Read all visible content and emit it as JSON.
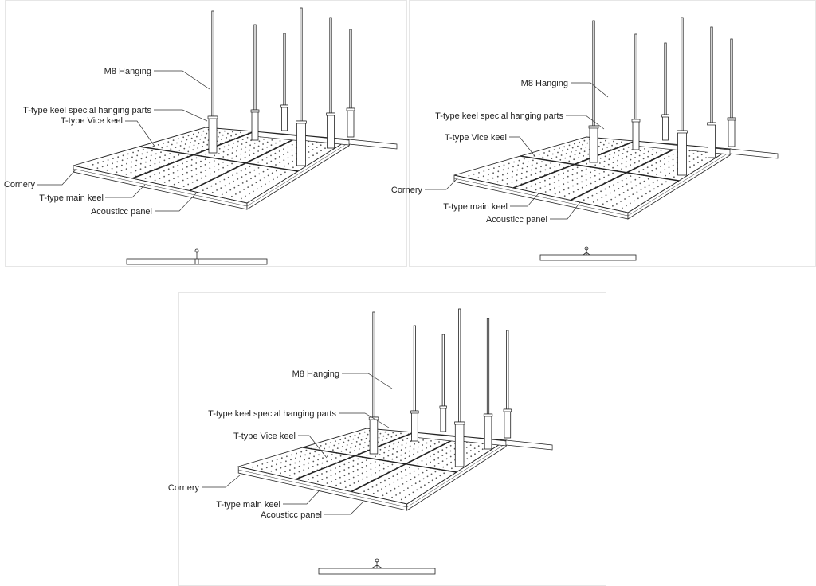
{
  "colors": {
    "line": "#222222",
    "panel_fill": "#ffffff",
    "perforation": "#555555",
    "frame": "#e6e6e6"
  },
  "labels": {
    "hanging": "M8 Hanging",
    "special_parts": "T-type keel special hanging parts",
    "vice_keel": "T-type Vice keel",
    "cornery": "Cornery",
    "main_keel": "T-type main keel",
    "panel": "Acousticc panel"
  }
}
